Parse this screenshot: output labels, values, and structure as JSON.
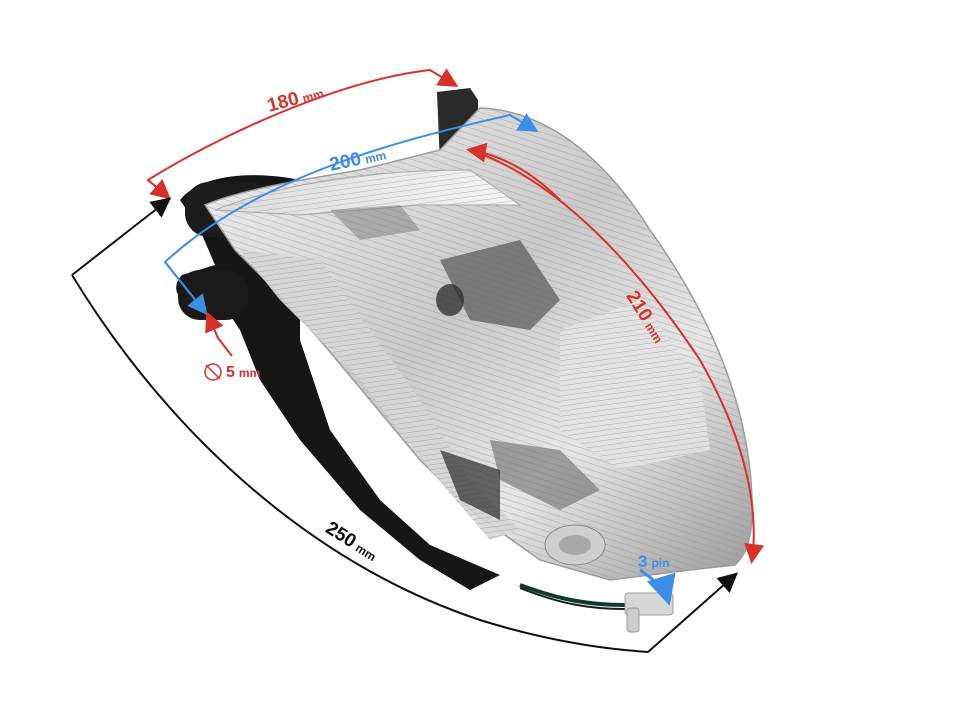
{
  "product": {
    "subject": "motorcycle headlight (clear lens, black housing)",
    "background_color": "#ffffff"
  },
  "colors": {
    "red_annotation": "#d9302a",
    "blue_annotation": "#3b8ee6",
    "black_annotation": "#111111",
    "housing": "#161616",
    "lens_light": "#e9e9e9",
    "lens_mid": "#b8b8b8",
    "lens_dark": "#6a6a6a"
  },
  "dimensions": {
    "top_width": {
      "value": "180",
      "unit": "mm",
      "color": "red"
    },
    "inner_width": {
      "value": "200",
      "unit": "mm",
      "color": "blue"
    },
    "height": {
      "value": "210",
      "unit": "mm",
      "color": "red"
    },
    "length": {
      "value": "250",
      "unit": "mm",
      "color": "black"
    },
    "mount_hole": {
      "symbol": "diameter-icon",
      "value": "5",
      "unit": "mm",
      "color": "red"
    },
    "connector": {
      "value": "3",
      "unit": "pin",
      "color": "blue"
    }
  }
}
